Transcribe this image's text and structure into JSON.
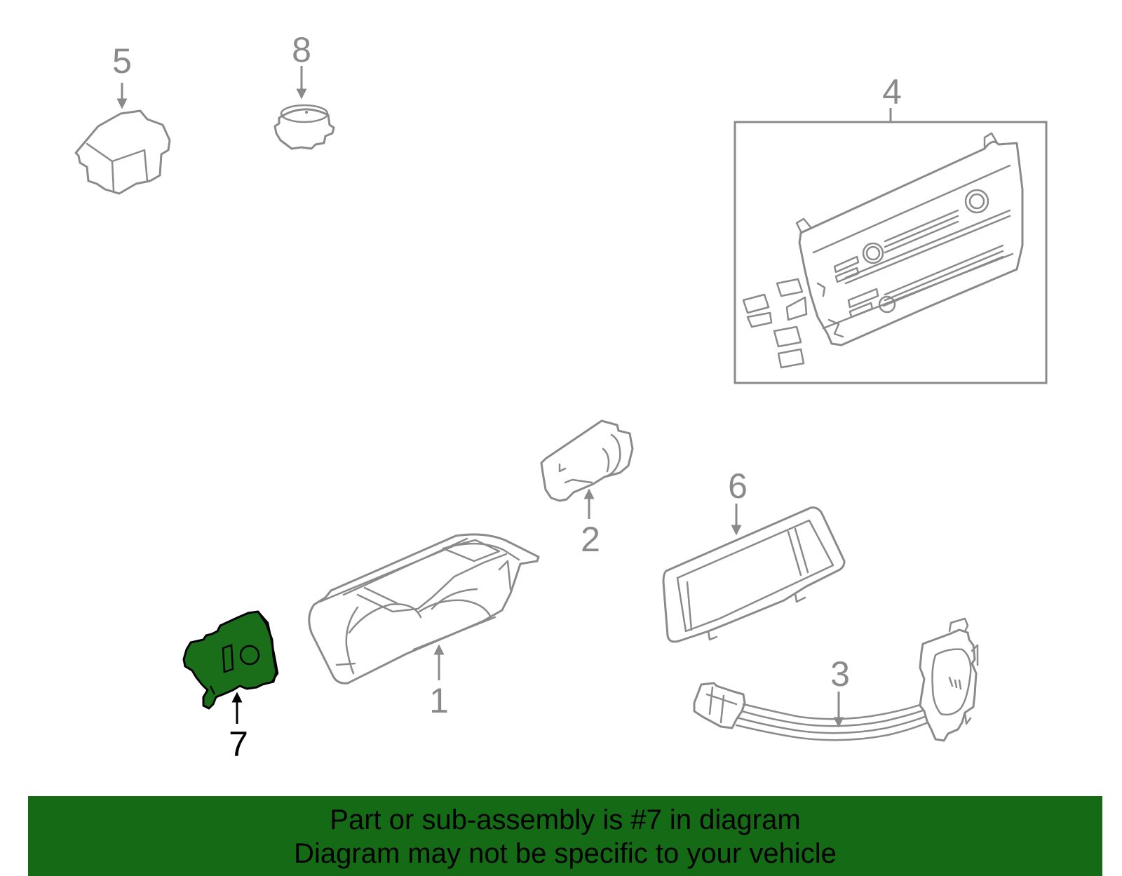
{
  "diagram": {
    "highlight_color": "#1a6e1a",
    "line_color": "#8a8a8a",
    "parts": [
      {
        "number": "1",
        "highlighted": false
      },
      {
        "number": "2",
        "highlighted": false
      },
      {
        "number": "3",
        "highlighted": false
      },
      {
        "number": "4",
        "highlighted": false
      },
      {
        "number": "5",
        "highlighted": false
      },
      {
        "number": "6",
        "highlighted": false
      },
      {
        "number": "7",
        "highlighted": true
      },
      {
        "number": "8",
        "highlighted": false
      }
    ]
  },
  "caption": {
    "background_color": "#156b15",
    "line1": "Part or sub-assembly is #7 in diagram",
    "line2": "Diagram may not be specific to your vehicle"
  }
}
